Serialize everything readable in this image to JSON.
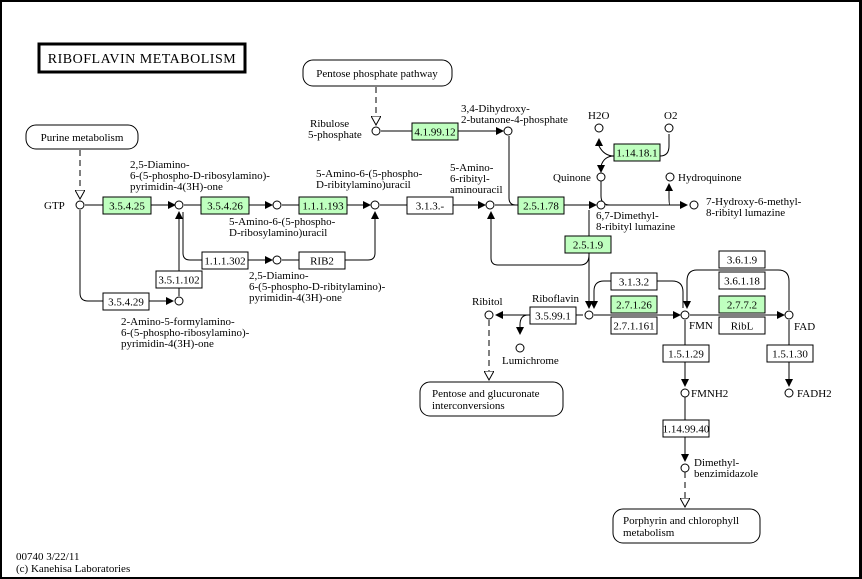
{
  "title": "RIBOFLAVIN METABOLISM",
  "footer": {
    "line1": "00740 3/22/11",
    "line2": "(c) Kanehisa Laboratories"
  },
  "colors": {
    "enzyme_present": "#bfffbf",
    "enzyme_absent": "#ffffff",
    "line": "#000000"
  },
  "pathways": {
    "purine": [
      "Purine metabolism"
    ],
    "pentose_phosphate": [
      "Pentose phosphate pathway"
    ],
    "pentose_glucuronate": [
      "Pentose and glucuronate",
      "interconversions"
    ],
    "porphyrin": [
      "Porphyrin and chlorophyll",
      "metabolism"
    ]
  },
  "compounds": {
    "gtp": [
      "GTP"
    ],
    "diamino_ribosylamino": [
      "2,5-Diamino-",
      "6-(5-phospho-D-ribosylamino)-",
      "pyrimidin-4(3H)-one"
    ],
    "amino_ribosylamino_uracil": [
      "5-Amino-6-(5-phospho-",
      "D-ribosylamino)uracil"
    ],
    "amino_ribitylamino_uracil": [
      "5-Amino-6-(5-phospho-",
      "D-ribitylamino)uracil"
    ],
    "amino_ribityl_aminouracil": [
      "5-Amino-",
      "6-ribityl-",
      "aminouracil"
    ],
    "ribulose5p": [
      "Ribulose",
      "5-phosphate"
    ],
    "dihydroxybutanone": [
      "3,4-Dihydroxy-",
      "2-butanone-4-phosphate"
    ],
    "h2o": [
      "H2O"
    ],
    "o2": [
      "O2"
    ],
    "quinone": [
      "Quinone"
    ],
    "hydroquinone": [
      "Hydroquinone"
    ],
    "dimethyl_lumazine": [
      "6,7-Dimethyl-",
      "8-ribityl lumazine"
    ],
    "hydroxy_lumazine": [
      "7-Hydroxy-6-methyl-",
      "8-ribityl lumazine"
    ],
    "diamino_ribitylamino": [
      "2,5-Diamino-",
      "6-(5-phospho-D-ribitylamino)-",
      "pyrimidin-4(3H)-one"
    ],
    "formylamino": [
      "2-Amino-5-formylamino-",
      "6-(5-phospho-ribosylamino)-",
      "pyrimidin-4(3H)-one"
    ],
    "ribitol": [
      "Ribitol"
    ],
    "riboflavin": [
      "Riboflavin"
    ],
    "lumichrome": [
      "Lumichrome"
    ],
    "fmn": [
      "FMN"
    ],
    "fad": [
      "FAD"
    ],
    "fmnh2": [
      "FMNH2"
    ],
    "fadh2": [
      "FADH2"
    ],
    "dimethylbenzimidazole": [
      "Dimethyl-",
      "benzimidazole"
    ]
  },
  "enzymes": {
    "e3_5_4_25": {
      "label": "3.5.4.25",
      "present": true
    },
    "e3_5_4_26": {
      "label": "3.5.4.26",
      "present": true
    },
    "e1_1_1_193": {
      "label": "1.1.1.193",
      "present": true
    },
    "e3_1_3_x": {
      "label": "3.1.3.-",
      "present": false
    },
    "e4_1_99_12": {
      "label": "4.1.99.12",
      "present": true
    },
    "e2_5_1_78": {
      "label": "2.5.1.78",
      "present": true
    },
    "e1_14_18_1": {
      "label": "1.14.18.1",
      "present": true
    },
    "e2_5_1_9": {
      "label": "2.5.1.9",
      "present": true
    },
    "e1_1_1_302": {
      "label": "1.1.1.302",
      "present": false
    },
    "rib2": {
      "label": "RIB2",
      "present": false
    },
    "e3_5_1_102": {
      "label": "3.5.1.102",
      "present": false
    },
    "e3_5_4_29": {
      "label": "3.5.4.29",
      "present": false
    },
    "e3_5_99_1": {
      "label": "3.5.99.1",
      "present": false
    },
    "e3_1_3_2": {
      "label": "3.1.3.2",
      "present": false
    },
    "e2_7_1_26": {
      "label": "2.7.1.26",
      "present": true
    },
    "e2_7_1_161": {
      "label": "2.7.1.161",
      "present": false
    },
    "e3_6_1_9": {
      "label": "3.6.1.9",
      "present": false
    },
    "e3_6_1_18": {
      "label": "3.6.1.18",
      "present": false
    },
    "e2_7_7_2": {
      "label": "2.7.7.2",
      "present": true
    },
    "ribl": {
      "label": "RibL",
      "present": false
    },
    "e1_5_1_29": {
      "label": "1.5.1.29",
      "present": false
    },
    "e1_5_1_30": {
      "label": "1.5.1.30",
      "present": false
    },
    "e1_14_99_40": {
      "label": "1.14.99.40",
      "present": false
    }
  }
}
